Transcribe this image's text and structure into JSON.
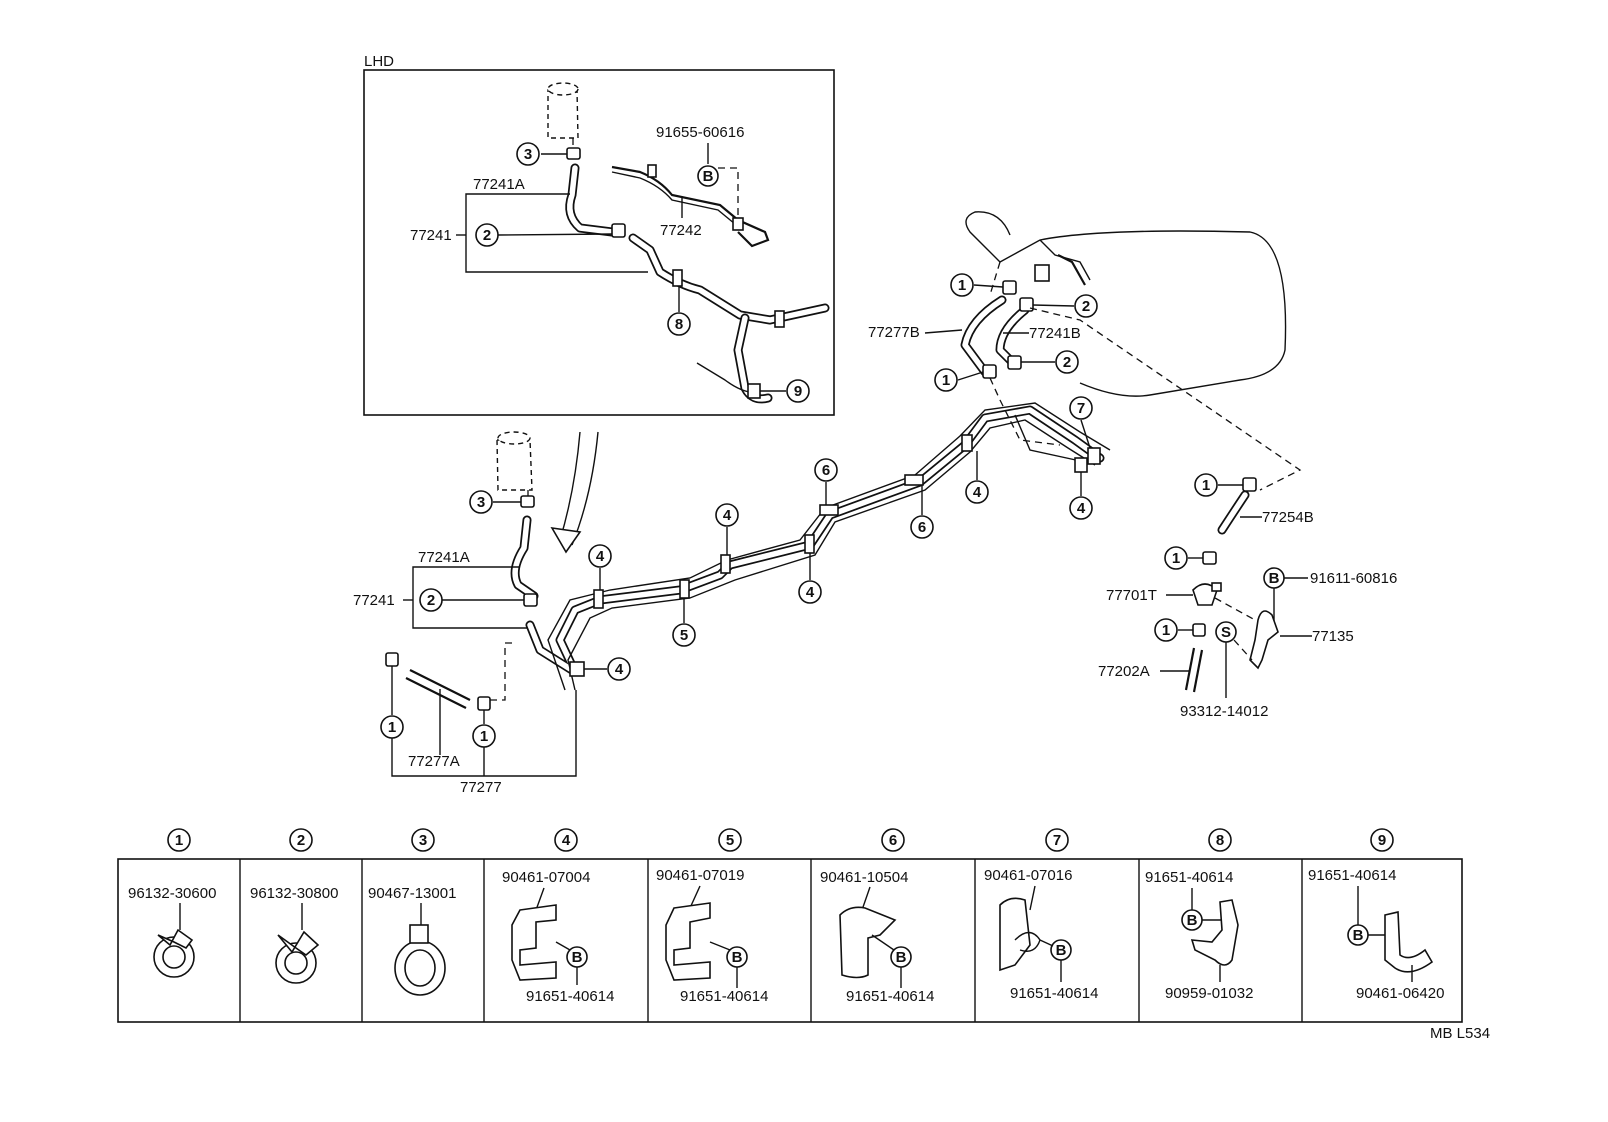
{
  "inset": {
    "title": "LHD"
  },
  "callouts": {
    "p91655_60616": "91655-60616",
    "p77241A": "77241A",
    "p77241": "77241",
    "p77242": "77242",
    "p77241B": "77241B",
    "p77277B": "77277B",
    "p77254B": "77254B",
    "p91611_60816": "91611-60816",
    "p77701T": "77701T",
    "p77135": "77135",
    "p77202A": "77202A",
    "p93312_14012": "93312-14012",
    "p77277A": "77277A",
    "p77277": "77277"
  },
  "symbols": {
    "bolt": "B",
    "screw": "S"
  },
  "numbers": [
    "1",
    "2",
    "3",
    "4",
    "5",
    "6",
    "7",
    "8",
    "9"
  ],
  "table": [
    {
      "num": "1",
      "parts": [
        "96132-30600"
      ]
    },
    {
      "num": "2",
      "parts": [
        "96132-30800"
      ]
    },
    {
      "num": "3",
      "parts": [
        "90467-13001"
      ]
    },
    {
      "num": "4",
      "parts": [
        "90461-07004",
        "91651-40614"
      ]
    },
    {
      "num": "5",
      "parts": [
        "90461-07019",
        "91651-40614"
      ]
    },
    {
      "num": "6",
      "parts": [
        "90461-10504",
        "91651-40614"
      ]
    },
    {
      "num": "7",
      "parts": [
        "90461-07016",
        "91651-40614"
      ]
    },
    {
      "num": "8",
      "parts": [
        "91651-40614",
        "90959-01032"
      ]
    },
    {
      "num": "9",
      "parts": [
        "91651-40614",
        "90461-06420"
      ]
    }
  ],
  "footer": {
    "code": "MB L534"
  }
}
